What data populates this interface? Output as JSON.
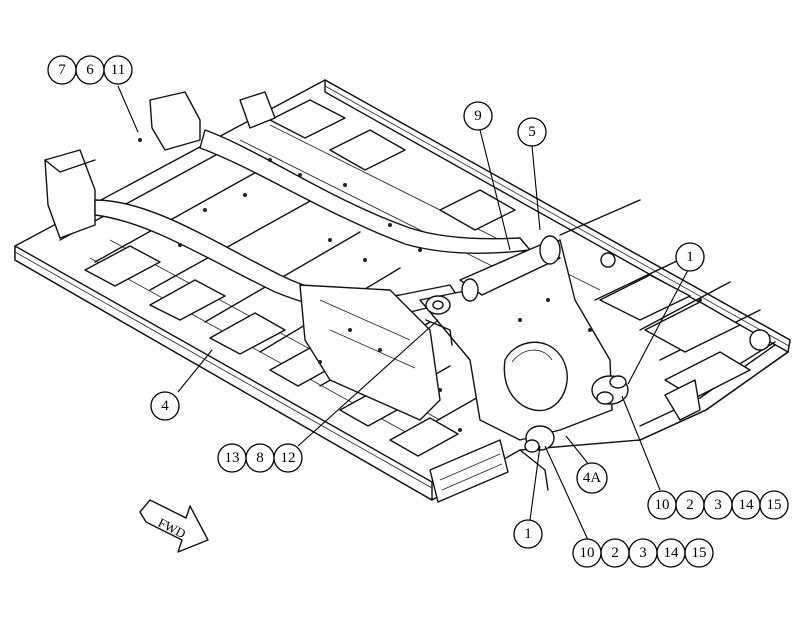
{
  "diagram": {
    "arrow_label": "FWD",
    "callouts": {
      "top_left": [
        "7",
        "6",
        "11"
      ],
      "nine": "9",
      "five": "5",
      "one_right": "1",
      "four": "4",
      "left_group": [
        "13",
        "8",
        "12"
      ],
      "four_a": "4A",
      "one_bottom": "1",
      "right_group": [
        "10",
        "2",
        "3",
        "14",
        "15"
      ],
      "bottom_group": [
        "10",
        "2",
        "3",
        "14",
        "15"
      ]
    }
  }
}
